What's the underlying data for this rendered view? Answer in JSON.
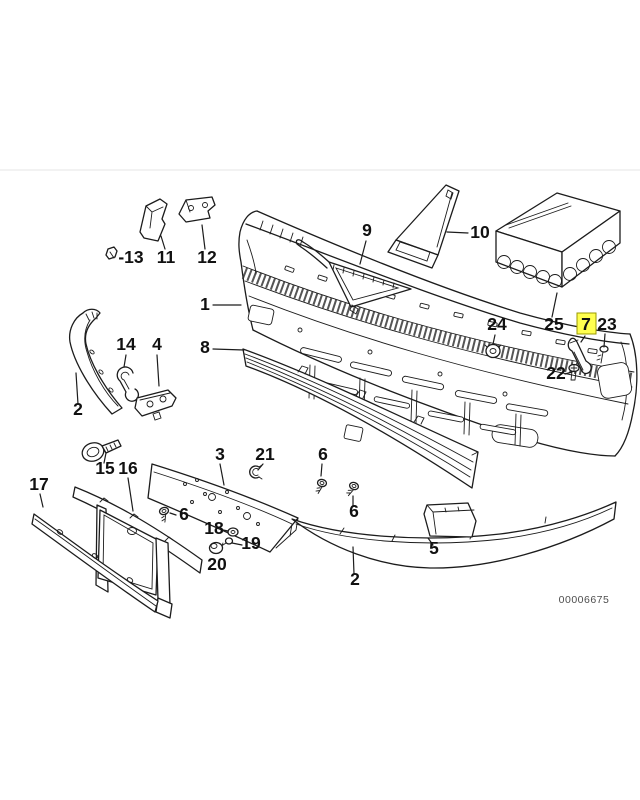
{
  "diagram": {
    "type": "exploded-parts-diagram",
    "subject": "front bumper trim assembly",
    "watermark": "00006675",
    "highlighted_part": "7",
    "colors": {
      "background": "#ffffff",
      "line": "#1c1c1c",
      "highlight_fill": "#FFFF4F",
      "highlight_border": "#9A9A00",
      "watermark_text": "#4d4d4d"
    },
    "labels": [
      {
        "part": "13",
        "text": "-13"
      },
      {
        "part": "11",
        "text": "11"
      },
      {
        "part": "12",
        "text": "12"
      },
      {
        "part": "9",
        "text": "9"
      },
      {
        "part": "10",
        "text": "10"
      },
      {
        "part": "24",
        "text": "24"
      },
      {
        "part": "25",
        "text": "25"
      },
      {
        "part": "7",
        "text": "7"
      },
      {
        "part": "23",
        "text": "23"
      },
      {
        "part": "22",
        "text": "22"
      },
      {
        "part": "1",
        "text": "1"
      },
      {
        "part": "8",
        "text": "8"
      },
      {
        "part": "14",
        "text": "14"
      },
      {
        "part": "4",
        "text": "4"
      },
      {
        "part": "2",
        "text": "2"
      },
      {
        "part": "15",
        "text": "15"
      },
      {
        "part": "16",
        "text": "16"
      },
      {
        "part": "17",
        "text": "17"
      },
      {
        "part": "3",
        "text": "3"
      },
      {
        "part": "21",
        "text": "21"
      },
      {
        "part": "6",
        "text": "6"
      },
      {
        "part": "6",
        "text": "6"
      },
      {
        "part": "6",
        "text": "6"
      },
      {
        "part": "18",
        "text": "18"
      },
      {
        "part": "19",
        "text": "19"
      },
      {
        "part": "20",
        "text": "20"
      },
      {
        "part": "5",
        "text": "5"
      },
      {
        "part": "2",
        "text": "2"
      }
    ]
  }
}
